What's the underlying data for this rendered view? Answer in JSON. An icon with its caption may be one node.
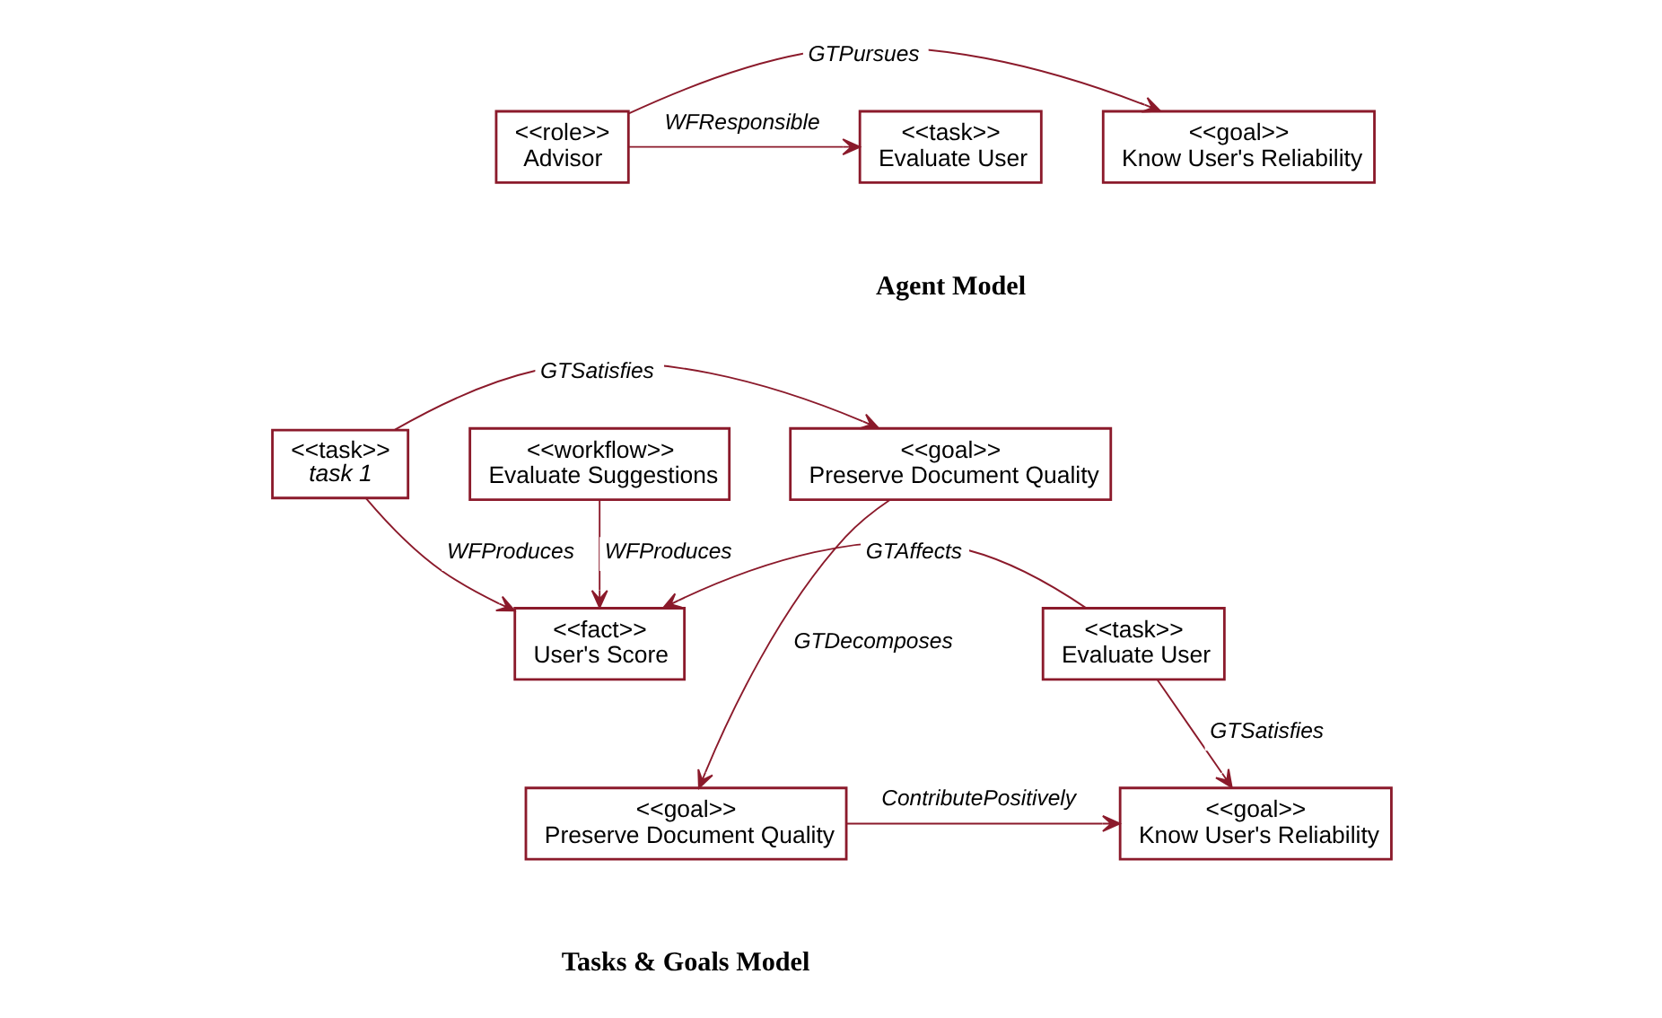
{
  "diagram": {
    "nodes": [
      {
        "text": [
          "<<goal>>",
          "Know User's Reliability"
        ]
      },
      {
        "text": [
          "<<role>>",
          "Advisor"
        ]
      },
      {
        "text": [
          "<<task>>",
          "Evaluate User"
        ]
      },
      {
        "text": [
          "<<workflow>>",
          "Evaluate Suggestions"
        ]
      },
      {
        "text": [
          "<<task>>",
          "task 1"
        ]
      },
      {
        "text": [
          "<<goal>>",
          "Preserve Document Quality"
        ]
      },
      {
        "text": [
          "<<task>>",
          "Evaluate User"
        ]
      },
      {
        "text": [
          "<<fact>>",
          "User's Score"
        ]
      },
      {
        "text": [
          "<<goal>>",
          "Know User's Reliability"
        ]
      },
      {
        "text": [
          "<<goal>>",
          "Preserve Document Quality"
        ]
      }
    ],
    "edges": [
      {
        "from": 1,
        "to": 0,
        "arrow": "to",
        "label": "GTPursues"
      },
      {
        "from": 1,
        "to": 2,
        "arrow": "to",
        "label": "WFResponsible"
      },
      {
        "from": 4,
        "to": 5,
        "arrow": "to",
        "label": "GTSatisfies"
      },
      {
        "from": 3,
        "to": 7,
        "arrow": "to",
        "label": "WFProduces"
      },
      {
        "from": 4,
        "to": 7,
        "arrow": "to",
        "label": "WFProduces"
      },
      {
        "from": 6,
        "to": 7,
        "arrow": "to",
        "label": "GTAffects"
      },
      {
        "from": 6,
        "to": 8,
        "arrow": "to",
        "label": "GTSatisfies"
      },
      {
        "from": 5,
        "to": 9,
        "arrow": "to",
        "label": "GTDecomposes"
      },
      {
        "from": 9,
        "to": 8,
        "arrow": "to",
        "label": "ContributePositively"
      }
    ],
    "labels": [
      "Agent Model",
      "Tasks & Goals Model"
    ]
  }
}
